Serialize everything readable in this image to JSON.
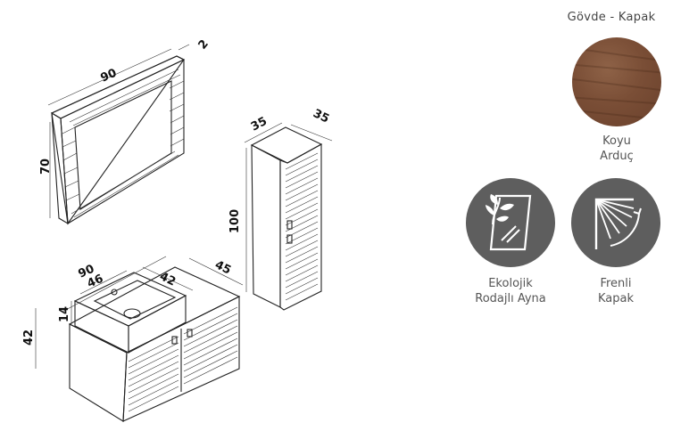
{
  "dimensions": {
    "mirror_width": "90",
    "mirror_depth": "2",
    "mirror_height": "70",
    "cabinet_depth_1": "35",
    "cabinet_depth_2": "35",
    "cabinet_height": "100",
    "unit_width": "90",
    "basin_width": "46",
    "basin_depth": "42",
    "unit_depth": "45",
    "basin_height": "14",
    "unit_height": "42"
  },
  "legend": {
    "finish_title": "Gövde - Kapak",
    "finish_name_line1": "Koyu",
    "finish_name_line2": "Arduç",
    "finish_color": "#7a4e36",
    "feature1_line1": "Ekolojik",
    "feature1_line2": "Rodajlı Ayna",
    "feature1_icon": "eco-mirror-icon",
    "feature2_line1": "Frenli",
    "feature2_line2": "Kapak",
    "feature2_icon": "soft-close-icon",
    "badge_color": "#5e5e5e"
  }
}
